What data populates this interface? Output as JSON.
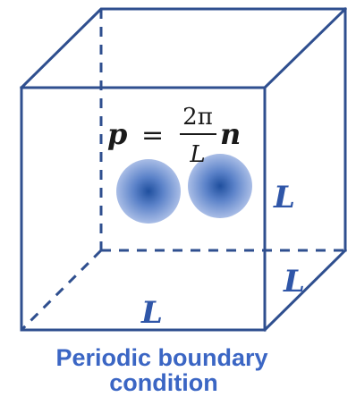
{
  "equation": {
    "lhs": "p",
    "equals": "=",
    "numerator": "2π",
    "denominator": "L",
    "vector": "n"
  },
  "dimension_labels": {
    "right": "L",
    "depth": "L",
    "bottom": "L"
  },
  "caption": {
    "line1": "Periodic boundary",
    "line2": "condition"
  },
  "colors": {
    "edge": "#2f4f8f",
    "label": "#2f56a8",
    "caption": "#3b66c4",
    "particle_center": "#1f4f9e",
    "particle_edge": "#a9bde6"
  }
}
